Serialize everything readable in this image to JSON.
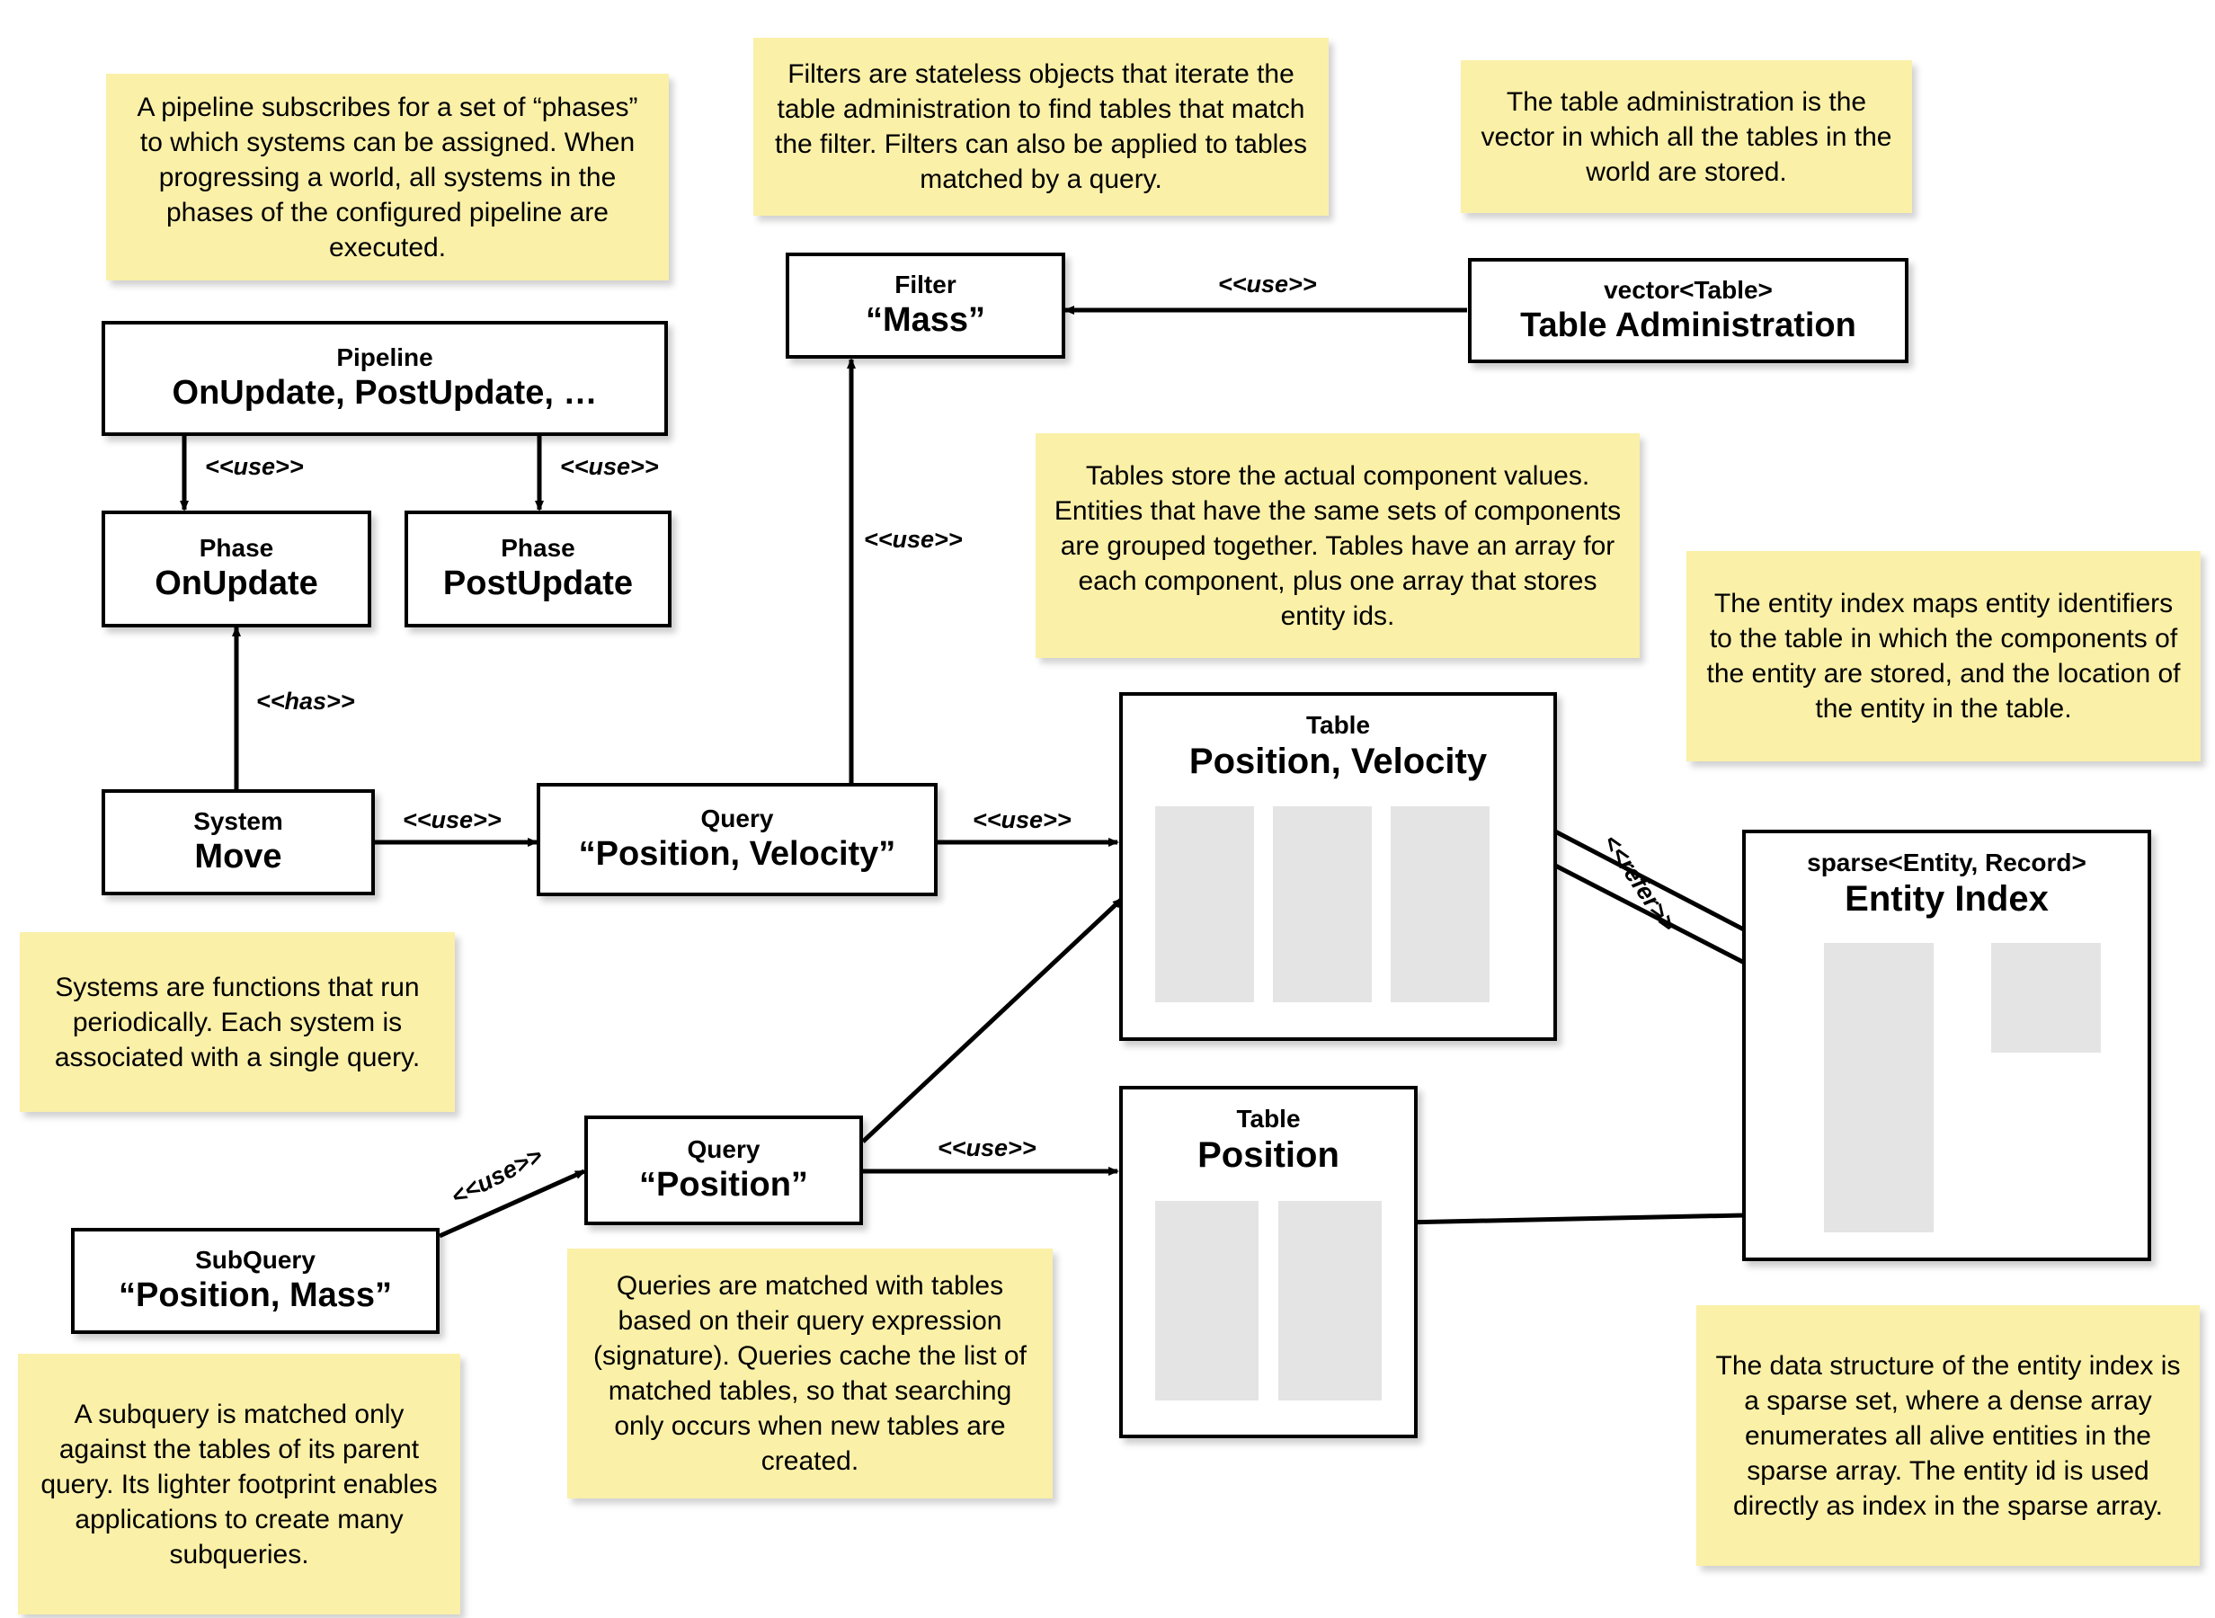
{
  "notes": {
    "pipeline": "A pipeline subscribes for a set of “phases” to which systems can be assigned. When progressing a world, all systems in the phases of the configured pipeline are executed.",
    "filters": "Filters are stateless objects that iterate the table administration to find tables that match the filter. Filters can also be applied to tables matched by a query.",
    "table_admin": "The table administration is the vector in which all the tables in the world are stored.",
    "tables": "Tables store the actual component values. Entities that have the same sets of components are grouped together. Tables have an array for each component, plus one array that stores entity ids.",
    "entity_index": "The entity index maps entity identifiers to the table in which the components of the entity are stored, and the location of the entity in the table.",
    "systems": "Systems are functions that run periodically. Each system is associated with a single query.",
    "queries": "Queries are matched with tables based on their query expression (signature). Queries cache the list of matched tables, so that searching only occurs when new tables are created.",
    "subquery": "A subquery is matched only against the tables of its parent query. Its lighter footprint enables applications to create many subqueries.",
    "sparse_set": "The data structure of the entity index is a sparse set, where a dense array enumerates all alive entities in the sparse array. The entity id is used directly as index in the sparse array."
  },
  "boxes": {
    "pipeline": {
      "stereotype": "Pipeline",
      "title": "OnUpdate, PostUpdate, …"
    },
    "phase_onupdate": {
      "stereotype": "Phase",
      "title": "OnUpdate"
    },
    "phase_postupdate": {
      "stereotype": "Phase",
      "title": "PostUpdate"
    },
    "system_move": {
      "stereotype": "System",
      "title": "Move"
    },
    "query_pv": {
      "stereotype": "Query",
      "title": "“Position, Velocity”"
    },
    "query_p": {
      "stereotype": "Query",
      "title": "“Position”"
    },
    "subquery_pm": {
      "stereotype": "SubQuery",
      "title": "“Position, Mass”"
    },
    "filter_mass": {
      "stereotype": "Filter",
      "title": "“Mass”"
    },
    "table_admin": {
      "stereotype": "vector<Table>",
      "title": "Table Administration"
    },
    "table_pv": {
      "stereotype": "Table",
      "title": "Position, Velocity"
    },
    "table_p": {
      "stereotype": "Table",
      "title": "Position"
    },
    "entity_index": {
      "stereotype": "sparse<Entity, Record>",
      "title": "Entity Index"
    }
  },
  "edge_labels": {
    "pipeline_to_onupdate": "<<use>>",
    "pipeline_to_postupdate": "<<use>>",
    "system_has_phase": "<<has>>",
    "system_uses_query": "<<use>>",
    "query_uses_table": "<<use>>",
    "query_uses_filter": "<<use>>",
    "tableadmin_uses_filter": "<<use>>",
    "subquery_uses_query": "<<use>>",
    "queryp_uses_tablep": "<<use>>",
    "entityindex_refers_table": "<<refer>>"
  },
  "colors": {
    "note_background": "#faf0a8",
    "box_background": "#ffffff",
    "box_border": "#000000",
    "array_column": "#e4e4e4",
    "page_background": "#ffffff"
  }
}
